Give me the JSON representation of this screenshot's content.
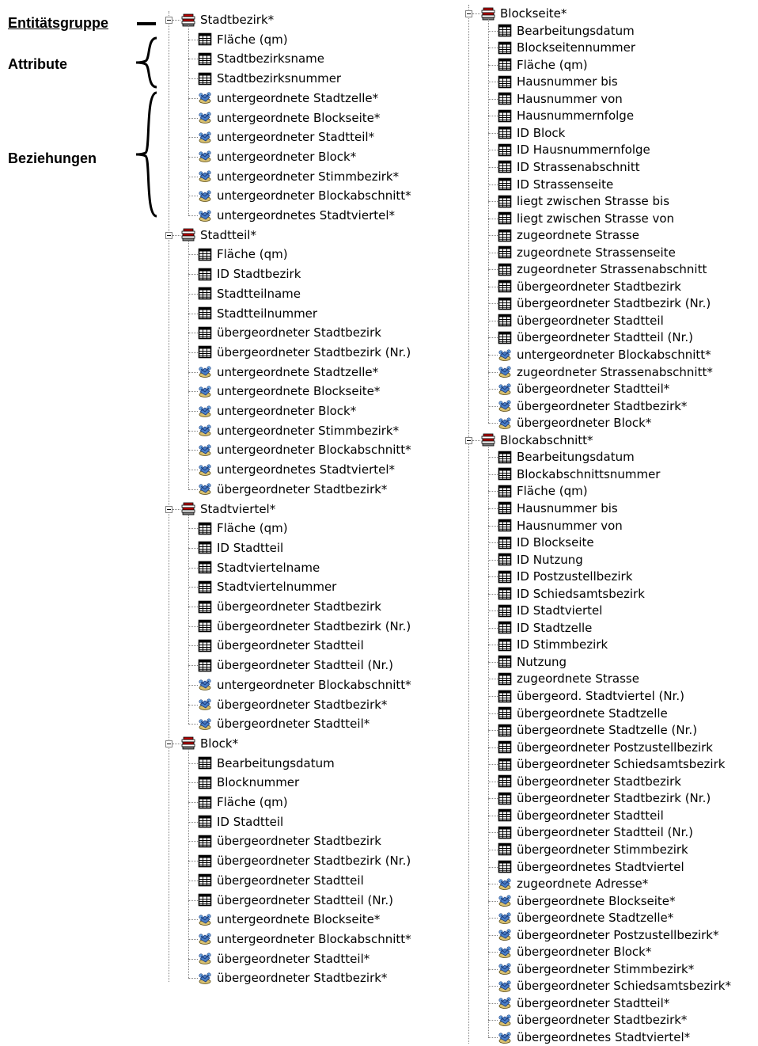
{
  "annotations": {
    "entity_group": "Entitätsgruppe",
    "attributes": "Attribute",
    "relations": "Beziehungen"
  },
  "icons": {
    "entity": "entity-group-icon",
    "attribute": "attribute-table-icon",
    "relation": "relation-icon"
  },
  "colors": {
    "entity_icon": "#c00000",
    "attribute_icon": "#000000",
    "relation_icon": "#3b6fb6",
    "tree_lines": "#808080"
  },
  "tree_left": [
    {
      "name": "Stadtbezirk*",
      "children": [
        {
          "label": "Fläche (qm)",
          "kind": "attribute"
        },
        {
          "label": "Stadtbezirksname",
          "kind": "attribute"
        },
        {
          "label": "Stadtbezirksnummer",
          "kind": "attribute"
        },
        {
          "label": "untergeordnete Stadtzelle*",
          "kind": "relation"
        },
        {
          "label": "untergeordnete Blockseite*",
          "kind": "relation"
        },
        {
          "label": "untergeordneter Stadtteil*",
          "kind": "relation"
        },
        {
          "label": "untergeordneter Block*",
          "kind": "relation"
        },
        {
          "label": "untergeordneter Stimmbezirk*",
          "kind": "relation"
        },
        {
          "label": "untergeordneter Blockabschnitt*",
          "kind": "relation"
        },
        {
          "label": "untergeordnetes Stadtviertel*",
          "kind": "relation"
        }
      ]
    },
    {
      "name": "Stadtteil*",
      "children": [
        {
          "label": "Fläche (qm)",
          "kind": "attribute"
        },
        {
          "label": "ID Stadtbezirk",
          "kind": "attribute"
        },
        {
          "label": "Stadtteilname",
          "kind": "attribute"
        },
        {
          "label": "Stadtteilnummer",
          "kind": "attribute"
        },
        {
          "label": "übergeordneter Stadtbezirk",
          "kind": "attribute"
        },
        {
          "label": "übergeordneter Stadtbezirk (Nr.)",
          "kind": "attribute"
        },
        {
          "label": "untergeordnete Stadtzelle*",
          "kind": "relation"
        },
        {
          "label": "untergeordnete Blockseite*",
          "kind": "relation"
        },
        {
          "label": "untergeordneter Block*",
          "kind": "relation"
        },
        {
          "label": "untergeordneter Stimmbezirk*",
          "kind": "relation"
        },
        {
          "label": "untergeordneter Blockabschnitt*",
          "kind": "relation"
        },
        {
          "label": "untergeordnetes Stadtviertel*",
          "kind": "relation"
        },
        {
          "label": "übergeordneter Stadtbezirk*",
          "kind": "relation"
        }
      ]
    },
    {
      "name": "Stadtviertel*",
      "children": [
        {
          "label": "Fläche (qm)",
          "kind": "attribute"
        },
        {
          "label": "ID Stadtteil",
          "kind": "attribute"
        },
        {
          "label": "Stadtviertelname",
          "kind": "attribute"
        },
        {
          "label": "Stadtviertelnummer",
          "kind": "attribute"
        },
        {
          "label": "übergeordneter Stadtbezirk",
          "kind": "attribute"
        },
        {
          "label": "übergeordneter Stadtbezirk (Nr.)",
          "kind": "attribute"
        },
        {
          "label": "übergeordneter Stadtteil",
          "kind": "attribute"
        },
        {
          "label": "übergeordneter Stadtteil (Nr.)",
          "kind": "attribute"
        },
        {
          "label": "untergeordneter Blockabschnitt*",
          "kind": "relation"
        },
        {
          "label": "übergeordneter Stadtbezirk*",
          "kind": "relation"
        },
        {
          "label": "übergeordneter Stadtteil*",
          "kind": "relation"
        }
      ]
    },
    {
      "name": "Block*",
      "children": [
        {
          "label": "Bearbeitungsdatum",
          "kind": "attribute"
        },
        {
          "label": "Blocknummer",
          "kind": "attribute"
        },
        {
          "label": "Fläche (qm)",
          "kind": "attribute"
        },
        {
          "label": "ID Stadtteil",
          "kind": "attribute"
        },
        {
          "label": "übergeordneter Stadtbezirk",
          "kind": "attribute"
        },
        {
          "label": "übergeordneter Stadtbezirk (Nr.)",
          "kind": "attribute"
        },
        {
          "label": "übergeordneter Stadtteil",
          "kind": "attribute"
        },
        {
          "label": "übergeordneter Stadtteil (Nr.)",
          "kind": "attribute"
        },
        {
          "label": "untergeordnete Blockseite*",
          "kind": "relation"
        },
        {
          "label": "untergeordneter Blockabschnitt*",
          "kind": "relation"
        },
        {
          "label": "übergeordneter Stadtteil*",
          "kind": "relation"
        },
        {
          "label": "übergeordneter Stadtbezirk*",
          "kind": "relation"
        }
      ]
    }
  ],
  "tree_right": [
    {
      "name": "Blockseite*",
      "children": [
        {
          "label": "Bearbeitungsdatum",
          "kind": "attribute"
        },
        {
          "label": "Blockseitennummer",
          "kind": "attribute"
        },
        {
          "label": "Fläche (qm)",
          "kind": "attribute"
        },
        {
          "label": "Hausnummer bis",
          "kind": "attribute"
        },
        {
          "label": "Hausnummer von",
          "kind": "attribute"
        },
        {
          "label": "Hausnummernfolge",
          "kind": "attribute"
        },
        {
          "label": "ID Block",
          "kind": "attribute"
        },
        {
          "label": "ID Hausnummernfolge",
          "kind": "attribute"
        },
        {
          "label": "ID Strassenabschnitt",
          "kind": "attribute"
        },
        {
          "label": "ID Strassenseite",
          "kind": "attribute"
        },
        {
          "label": "liegt zwischen Strasse bis",
          "kind": "attribute"
        },
        {
          "label": "liegt zwischen Strasse von",
          "kind": "attribute"
        },
        {
          "label": "zugeordnete Strasse",
          "kind": "attribute"
        },
        {
          "label": "zugeordnete Strassenseite",
          "kind": "attribute"
        },
        {
          "label": "zugeordneter Strassenabschnitt",
          "kind": "attribute"
        },
        {
          "label": "übergeordneter Stadtbezirk",
          "kind": "attribute"
        },
        {
          "label": "übergeordneter Stadtbezirk (Nr.)",
          "kind": "attribute"
        },
        {
          "label": "übergeordneter Stadtteil",
          "kind": "attribute"
        },
        {
          "label": "übergeordneter Stadtteil (Nr.)",
          "kind": "attribute"
        },
        {
          "label": "untergeordneter Blockabschnitt*",
          "kind": "relation"
        },
        {
          "label": "zugeordneter Strassenabschnitt*",
          "kind": "relation"
        },
        {
          "label": "übergeordneter Stadtteil*",
          "kind": "relation"
        },
        {
          "label": "übergeordneter Stadtbezirk*",
          "kind": "relation"
        },
        {
          "label": "übergeordneter Block*",
          "kind": "relation"
        }
      ]
    },
    {
      "name": "Blockabschnitt*",
      "children": [
        {
          "label": "Bearbeitungsdatum",
          "kind": "attribute"
        },
        {
          "label": "Blockabschnittsnummer",
          "kind": "attribute"
        },
        {
          "label": "Fläche (qm)",
          "kind": "attribute"
        },
        {
          "label": "Hausnummer bis",
          "kind": "attribute"
        },
        {
          "label": "Hausnummer von",
          "kind": "attribute"
        },
        {
          "label": "ID Blockseite",
          "kind": "attribute"
        },
        {
          "label": "ID Nutzung",
          "kind": "attribute"
        },
        {
          "label": "ID Postzustellbezirk",
          "kind": "attribute"
        },
        {
          "label": "ID Schiedsamtsbezirk",
          "kind": "attribute"
        },
        {
          "label": "ID Stadtviertel",
          "kind": "attribute"
        },
        {
          "label": "ID Stadtzelle",
          "kind": "attribute"
        },
        {
          "label": "ID Stimmbezirk",
          "kind": "attribute"
        },
        {
          "label": "Nutzung",
          "kind": "attribute"
        },
        {
          "label": "zugeordnete Strasse",
          "kind": "attribute"
        },
        {
          "label": "übergeord. Stadtviertel (Nr.)",
          "kind": "attribute"
        },
        {
          "label": "übergeordnete Stadtzelle",
          "kind": "attribute"
        },
        {
          "label": "übergeordnete Stadtzelle (Nr.)",
          "kind": "attribute"
        },
        {
          "label": "übergeordneter Postzustellbezirk",
          "kind": "attribute"
        },
        {
          "label": "übergeordneter Schiedsamtsbezirk",
          "kind": "attribute"
        },
        {
          "label": "übergeordneter Stadtbezirk",
          "kind": "attribute"
        },
        {
          "label": "übergeordneter Stadtbezirk (Nr.)",
          "kind": "attribute"
        },
        {
          "label": "übergeordneter Stadtteil",
          "kind": "attribute"
        },
        {
          "label": "übergeordneter Stadtteil (Nr.)",
          "kind": "attribute"
        },
        {
          "label": "übergeordneter Stimmbezirk",
          "kind": "attribute"
        },
        {
          "label": "übergeordnetes Stadtviertel",
          "kind": "attribute"
        },
        {
          "label": "zugeordnete Adresse*",
          "kind": "relation"
        },
        {
          "label": "übergeordnete Blockseite*",
          "kind": "relation"
        },
        {
          "label": "übergeordnete Stadtzelle*",
          "kind": "relation"
        },
        {
          "label": "übergeordneter Postzustellbezirk*",
          "kind": "relation"
        },
        {
          "label": "übergeordneter Block*",
          "kind": "relation"
        },
        {
          "label": "übergeordneter Stimmbezirk*",
          "kind": "relation"
        },
        {
          "label": "übergeordneter Schiedsamtsbezirk*",
          "kind": "relation"
        },
        {
          "label": "übergeordneter Stadtteil*",
          "kind": "relation"
        },
        {
          "label": "übergeordneter Stadtbezirk*",
          "kind": "relation"
        },
        {
          "label": "übergeordnetes Stadtviertel*",
          "kind": "relation"
        }
      ]
    }
  ]
}
